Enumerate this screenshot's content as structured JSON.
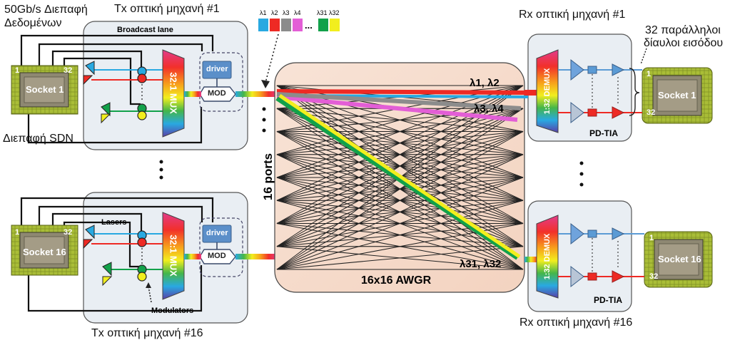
{
  "labels": {
    "iface_data_line1": "50Gb/s Διεπαφή",
    "iface_data_line2": "Δεδομένων",
    "iface_sdn": "Διεπαφή SDN",
    "tx1_title": "Tx οπτική μηχανή #1",
    "tx16_title": "Tx οπτική μηχανή #16",
    "rx1_title": "Rx οπτική μηχανή #1",
    "rx16_title": "Rx οπτική μηχανή #16",
    "parallel_line1": "32 παράλληλοι",
    "parallel_line2": "δίαυλοι εισόδου",
    "broadcast_lane": "Broadcast lane",
    "lasers": "Lasers",
    "modulators": "Modulators",
    "driver": "driver",
    "mod": "MOD",
    "mux": "32:1 MUX",
    "demux": "1:32 DEMUX",
    "pdtia": "PD-TIA",
    "socket1": "Socket 1",
    "socket16": "Socket 16",
    "pin1": "1",
    "pin32": "32",
    "ports": "16 ports",
    "awgr": "16x16 AWGR",
    "lambda12": "λ1, λ2",
    "lambda34": "λ3, λ4",
    "lambda3132": "λ31, λ32",
    "dots": "...",
    "legend": [
      "λ1",
      "λ2",
      "λ3",
      "λ4",
      "λ31",
      "λ32"
    ]
  },
  "colors": {
    "l1": "#29a9e1",
    "l2": "#ee2a24",
    "l3": "#8c8c8c",
    "l4": "#e35ed6",
    "l31": "#12a14a",
    "l32": "#f2ee1e",
    "panel": "#e8edf2",
    "awgr_bg": "#f8e0d2",
    "chip": "#a9bd37",
    "component_blue": "#5b9bd5"
  }
}
